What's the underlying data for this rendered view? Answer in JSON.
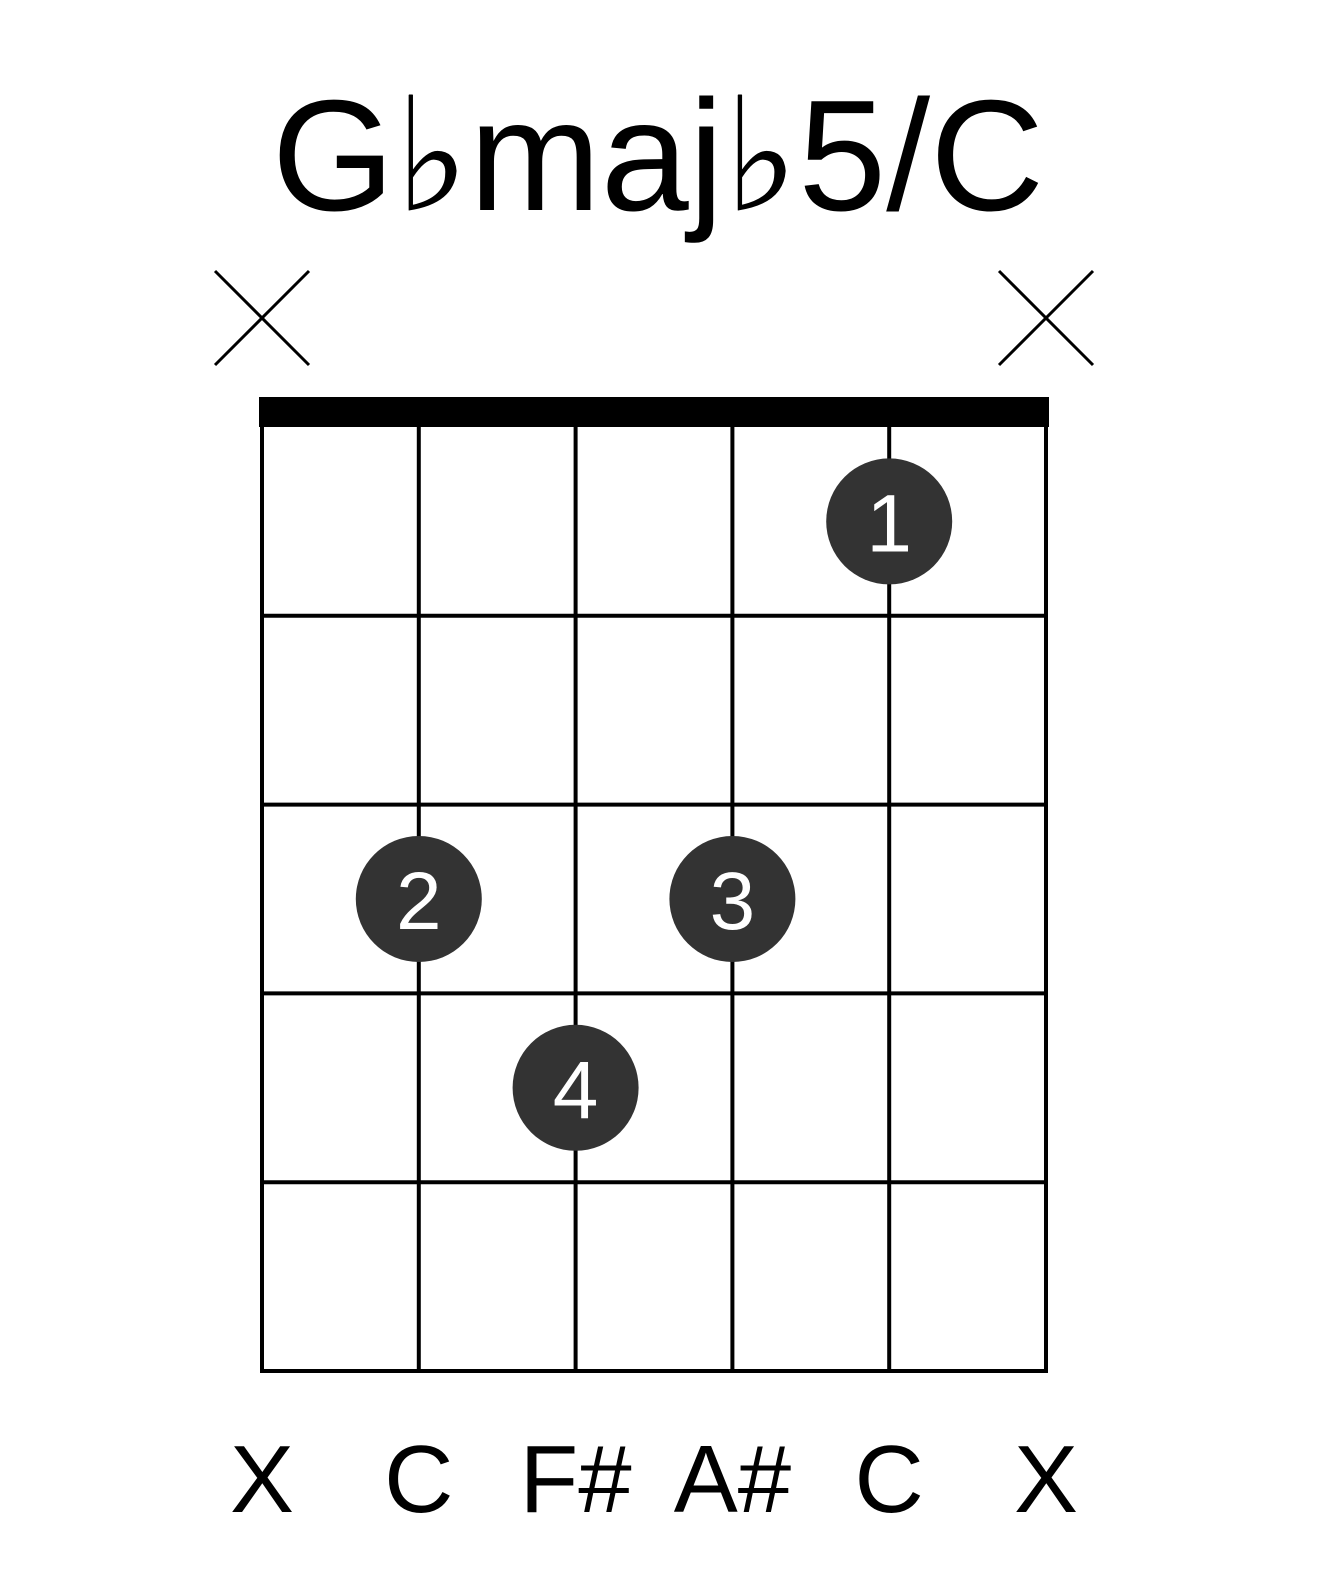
{
  "chord": {
    "name": "G♭maj♭5/C"
  },
  "strings": [
    {
      "marker": "mute",
      "note": "X"
    },
    {
      "marker": "none",
      "note": "C"
    },
    {
      "marker": "none",
      "note": "F#"
    },
    {
      "marker": "none",
      "note": "A#"
    },
    {
      "marker": "none",
      "note": "C"
    },
    {
      "marker": "mute",
      "note": "X"
    }
  ],
  "fingers": [
    {
      "string": 5,
      "fret": 1,
      "label": "1"
    },
    {
      "string": 2,
      "fret": 3,
      "label": "2"
    },
    {
      "string": 4,
      "fret": 3,
      "label": "3"
    },
    {
      "string": 3,
      "fret": 4,
      "label": "4"
    }
  ],
  "fret_count": 5,
  "colors": {
    "ink": "#000000",
    "dot": "#333333",
    "dot_text": "#ffffff",
    "background": "#ffffff"
  }
}
